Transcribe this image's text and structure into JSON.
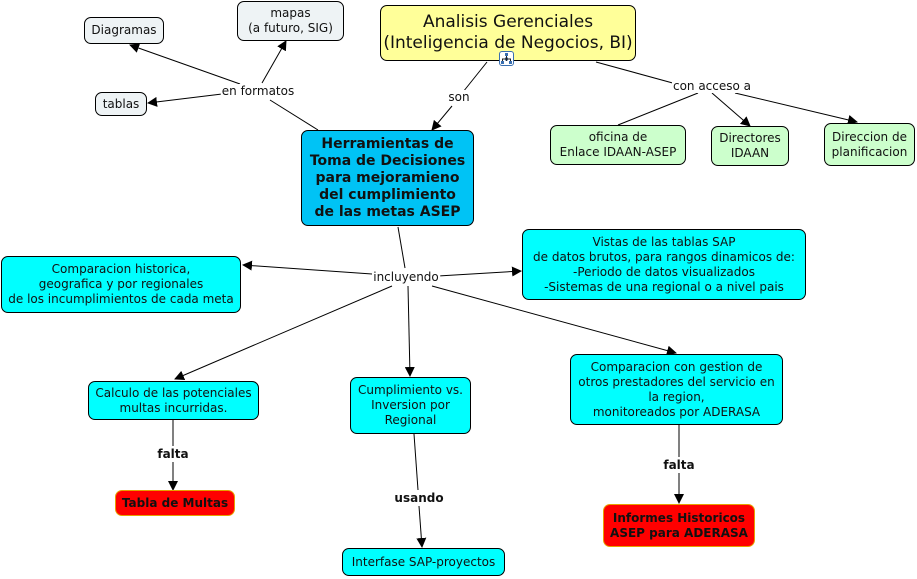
{
  "concept_map": {
    "colors": {
      "root": "#ffff99",
      "central": "#00c3f5",
      "feature": "#00ffff",
      "access": "#ccffcc",
      "format": "#eef3f5",
      "missing": "#ff0000"
    },
    "nodes": {
      "analisis": "Analisis Gerenciales\n(Inteligencia de Negocios, BI)",
      "herramientas": "Herramientas de\nToma de Decisiones\npara mejoramieno\ndel cumplimiento\nde las metas ASEP",
      "diagramas": "Diagramas",
      "mapas": "mapas\n(a futuro, SIG)",
      "tablas": "tablas",
      "oficina": "oficina de\nEnlace IDAAN-ASEP",
      "directores": "Directores\nIDAAN",
      "direccion": "Direccion de\nplanificacion",
      "comparacion_historica": "Comparacion historica,\ngeografica y por regionales\nde los incumplimientos de cada meta",
      "vistas": "Vistas de las tablas SAP\nde datos brutos, para rangos dinamicos de:\n-Periodo de datos visualizados\n-Sistemas de una regional o a nivel pais",
      "calculo": "Calculo de las potenciales\nmultas incurridas.",
      "cumplimiento": "Cumplimiento vs.\nInversion por\nRegional",
      "comparacion_gestion": "Comparacion con gestion de\notros prestadores del servicio en\nla region,\nmonitoreados por ADERASA",
      "tabla_multas": "Tabla de Multas",
      "interfase": "Interfase SAP-proyectos",
      "informes": "Informes Historicos\nASEP para ADERASA"
    },
    "links": {
      "son": "son",
      "con_acceso_a": "con acceso a",
      "en_formatos": "en formatos",
      "incluyendo": "incluyendo",
      "falta_1": "falta",
      "usando": "usando",
      "falta_2": "falta"
    },
    "icons": {
      "submap": "hierarchy-icon"
    }
  }
}
